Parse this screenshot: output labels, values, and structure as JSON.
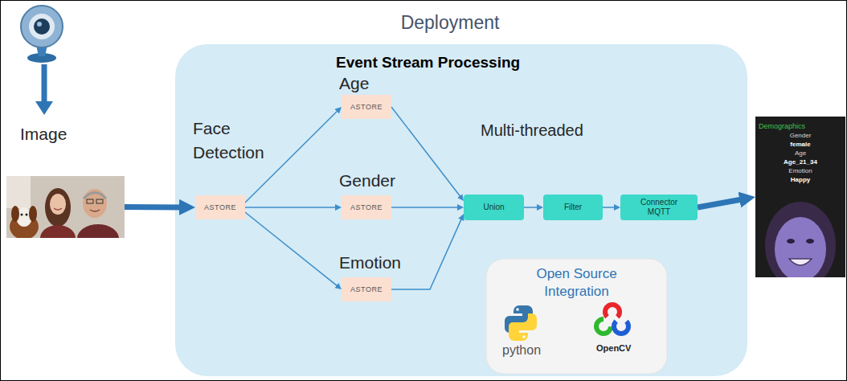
{
  "diagram": {
    "title": "Deployment",
    "nodes": [
      {
        "text": [
          "Image"
        ]
      },
      {
        "text": [
          "Event Stream Processing"
        ]
      },
      {
        "text": [
          "Face Detection",
          "ASTORE"
        ],
        "in": 1
      },
      {
        "text": [
          "Age",
          "ASTORE"
        ],
        "in": 1
      },
      {
        "text": [
          "Gender",
          "ASTORE"
        ],
        "in": 1
      },
      {
        "text": [
          "Emotion",
          "ASTORE"
        ],
        "in": 1
      },
      {
        "text": [
          "Union"
        ],
        "in": 1
      },
      {
        "text": [
          "Filter"
        ],
        "in": 1
      },
      {
        "text": [
          "Connector MQTT"
        ],
        "in": 1
      },
      {
        "text": [
          "Open Source Integration"
        ],
        "in": 1
      },
      {
        "text": [
          "Demographics",
          "Gender",
          "female",
          "Age",
          "Age_21_34",
          "Emotion",
          "Happy"
        ]
      }
    ],
    "edges": [
      {
        "from": 0,
        "to": 2,
        "arrow": "to"
      },
      {
        "from": 2,
        "to": 3,
        "arrow": "to"
      },
      {
        "from": 2,
        "to": 4,
        "arrow": "to"
      },
      {
        "from": 2,
        "to": 5,
        "arrow": "to"
      },
      {
        "from": 3,
        "to": 6,
        "arrow": "to"
      },
      {
        "from": 4,
        "to": 6,
        "arrow": "to"
      },
      {
        "from": 5,
        "to": 6,
        "arrow": "to"
      },
      {
        "from": 6,
        "to": 7,
        "arrow": "to"
      },
      {
        "from": 7,
        "to": 8,
        "arrow": "to"
      },
      {
        "from": 8,
        "to": 10,
        "arrow": "to"
      }
    ],
    "labels": [
      "Multi-threaded",
      "python",
      "OpenCV"
    ]
  }
}
